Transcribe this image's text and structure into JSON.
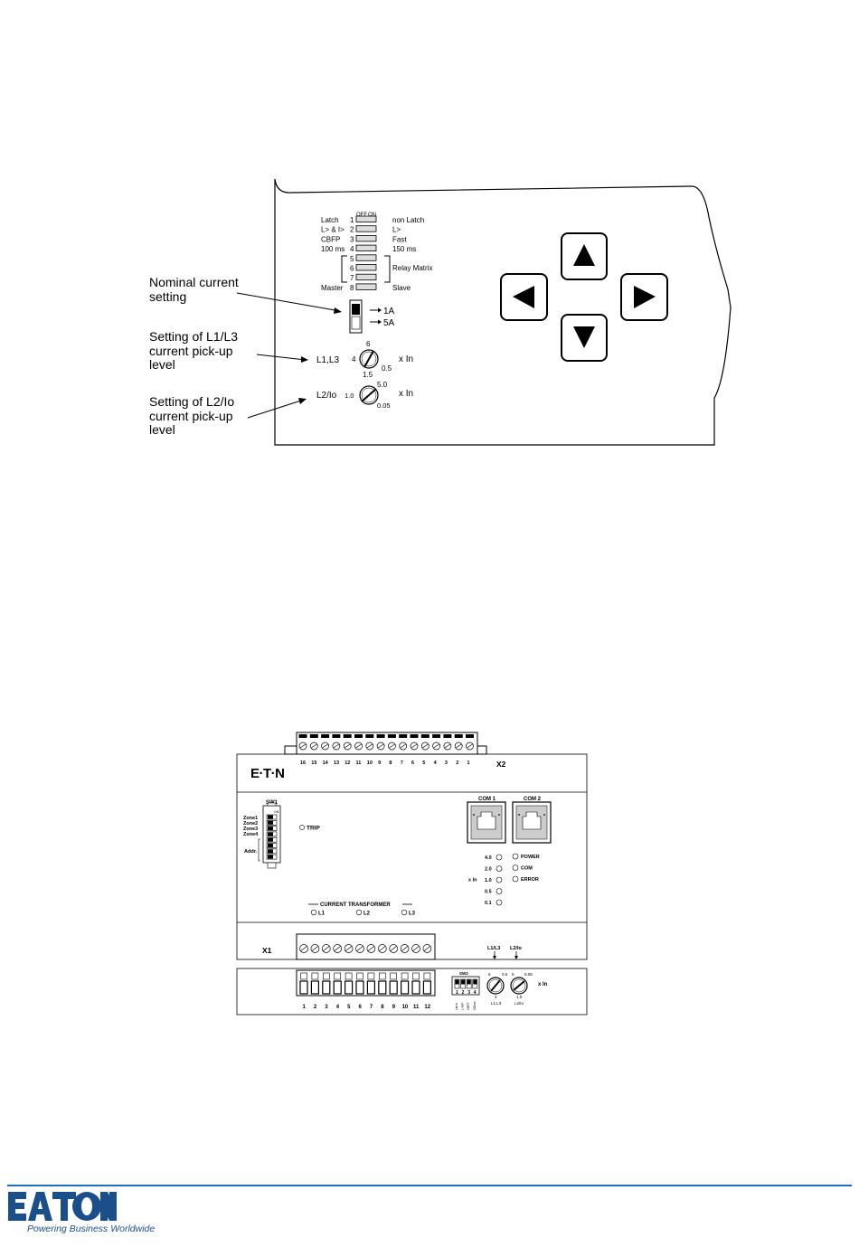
{
  "top_panel": {
    "dip_header_off": "OFF",
    "dip_header_on": "ON",
    "dip_rows": [
      {
        "left": "Latch",
        "num": "1",
        "right": "non Latch"
      },
      {
        "left": "L> & I>",
        "num": "2",
        "right": "L>"
      },
      {
        "left": "CBFP",
        "num": "3",
        "right": "Fast"
      },
      {
        "left": "100 ms",
        "num": "4",
        "right": "150 ms"
      },
      {
        "left": "",
        "num": "5",
        "right": ""
      },
      {
        "left": "",
        "num": "6",
        "right": ""
      },
      {
        "left": "",
        "num": "7",
        "right": ""
      },
      {
        "left": "Master",
        "num": "8",
        "right": "Slave"
      }
    ],
    "relay_matrix": "Relay Matrix",
    "nominal_1a": "1A",
    "nominal_5a": "5A",
    "l1l3_label": "L1,L3",
    "l1l3_dial_top": "6",
    "l1l3_dial_left": "4",
    "l1l3_dial_right": "0.5",
    "l1l3_dial_bottom": "1.5",
    "xin_1": "x In",
    "l2io_label": "L2/Io",
    "l2io_dial_top": "5.0",
    "l2io_dial_left": "1.0",
    "l2io_dial_right": "0.05",
    "xin_2": "x In"
  },
  "callouts": {
    "nominal": "Nominal current\nsetting",
    "l1l3": "Setting of L1/L3\ncurrent pick-up\nlevel",
    "l2io": "Setting of L2/Io\ncurrent pick-up\nlevel"
  },
  "nav_buttons": {
    "up": "up-arrow-icon",
    "down": "down-arrow-icon",
    "left": "left-arrow-icon",
    "right": "right-arrow-icon"
  },
  "bottom_device": {
    "x2_numbers": [
      "16",
      "15",
      "14",
      "13",
      "12",
      "11",
      "10",
      "9",
      "8",
      "7",
      "6",
      "5",
      "4",
      "3",
      "2",
      "1"
    ],
    "x2_label": "X2",
    "brand": "E·T·N",
    "sw1_label": "SW1",
    "sw1_on": "ON",
    "zones": [
      "Zone1",
      "Zone2",
      "Zone3",
      "Zone4"
    ],
    "addr": "Addr.",
    "trip": "TRIP",
    "com1": "COM 1",
    "com2": "COM 2",
    "level_values": [
      "4.0",
      "2.0",
      "1.0",
      "0.5",
      "0.1"
    ],
    "xin_label": "x In",
    "status_leds": [
      "POWER",
      "COM",
      "ERROR"
    ],
    "ct_label": "CURRENT TRANSFORMER",
    "ct_phases": [
      "L1",
      "L2",
      "L3"
    ],
    "x1_label": "X1",
    "l1l3_arrow": "L1/L3",
    "l2io_arrow": "L2/Io",
    "x1_numbers": [
      "1",
      "2",
      "3",
      "4",
      "5",
      "6",
      "7",
      "8",
      "9",
      "10",
      "11",
      "12"
    ],
    "sw2_label": "SW2",
    "sw2_nums": [
      "1",
      "2",
      "3",
      "4"
    ],
    "sw2_sub": [
      "Latch",
      "L>&I>",
      "CBFP",
      "100ms"
    ],
    "dial1_marks": [
      "6",
      "0.5",
      "3"
    ],
    "dial1_label": "L1,L3",
    "dial2_marks": [
      "5",
      "0.05",
      "1.0"
    ],
    "dial2_label": "L2/Io",
    "dial_xin": "x In"
  },
  "footer": {
    "logo": "EATON",
    "tagline": "Powering Business Worldwide",
    "brand_color": "#1b4f8c"
  }
}
